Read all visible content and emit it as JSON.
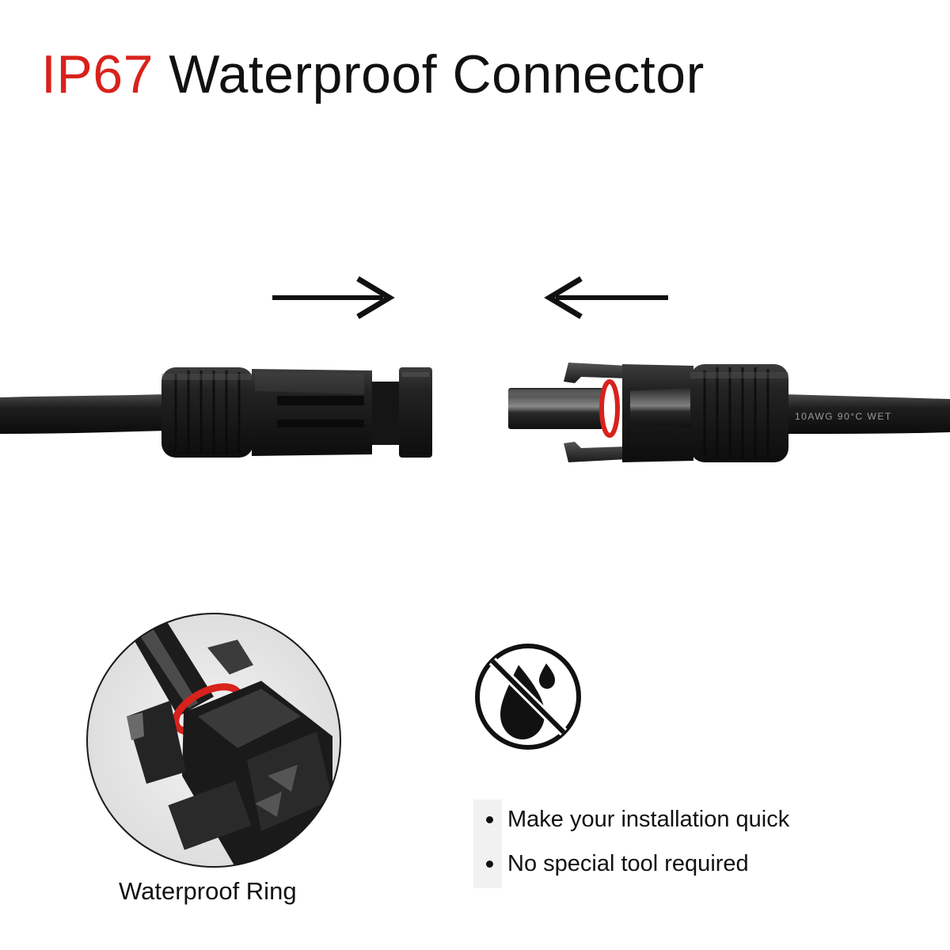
{
  "title": {
    "accent": "IP67",
    "rest": "Waterproof Connector"
  },
  "cable_print": "10AWG   90°C   WET",
  "zoom_caption": "Waterproof Ring",
  "features": [
    "Make your installation quick",
    "No special tool required"
  ],
  "icons": {
    "waterproof": "no-water-drop-icon"
  },
  "colors": {
    "accent_red": "#d8221c",
    "connector_black": "#1b1b1b",
    "seal_ring_red": "#d8221c"
  }
}
